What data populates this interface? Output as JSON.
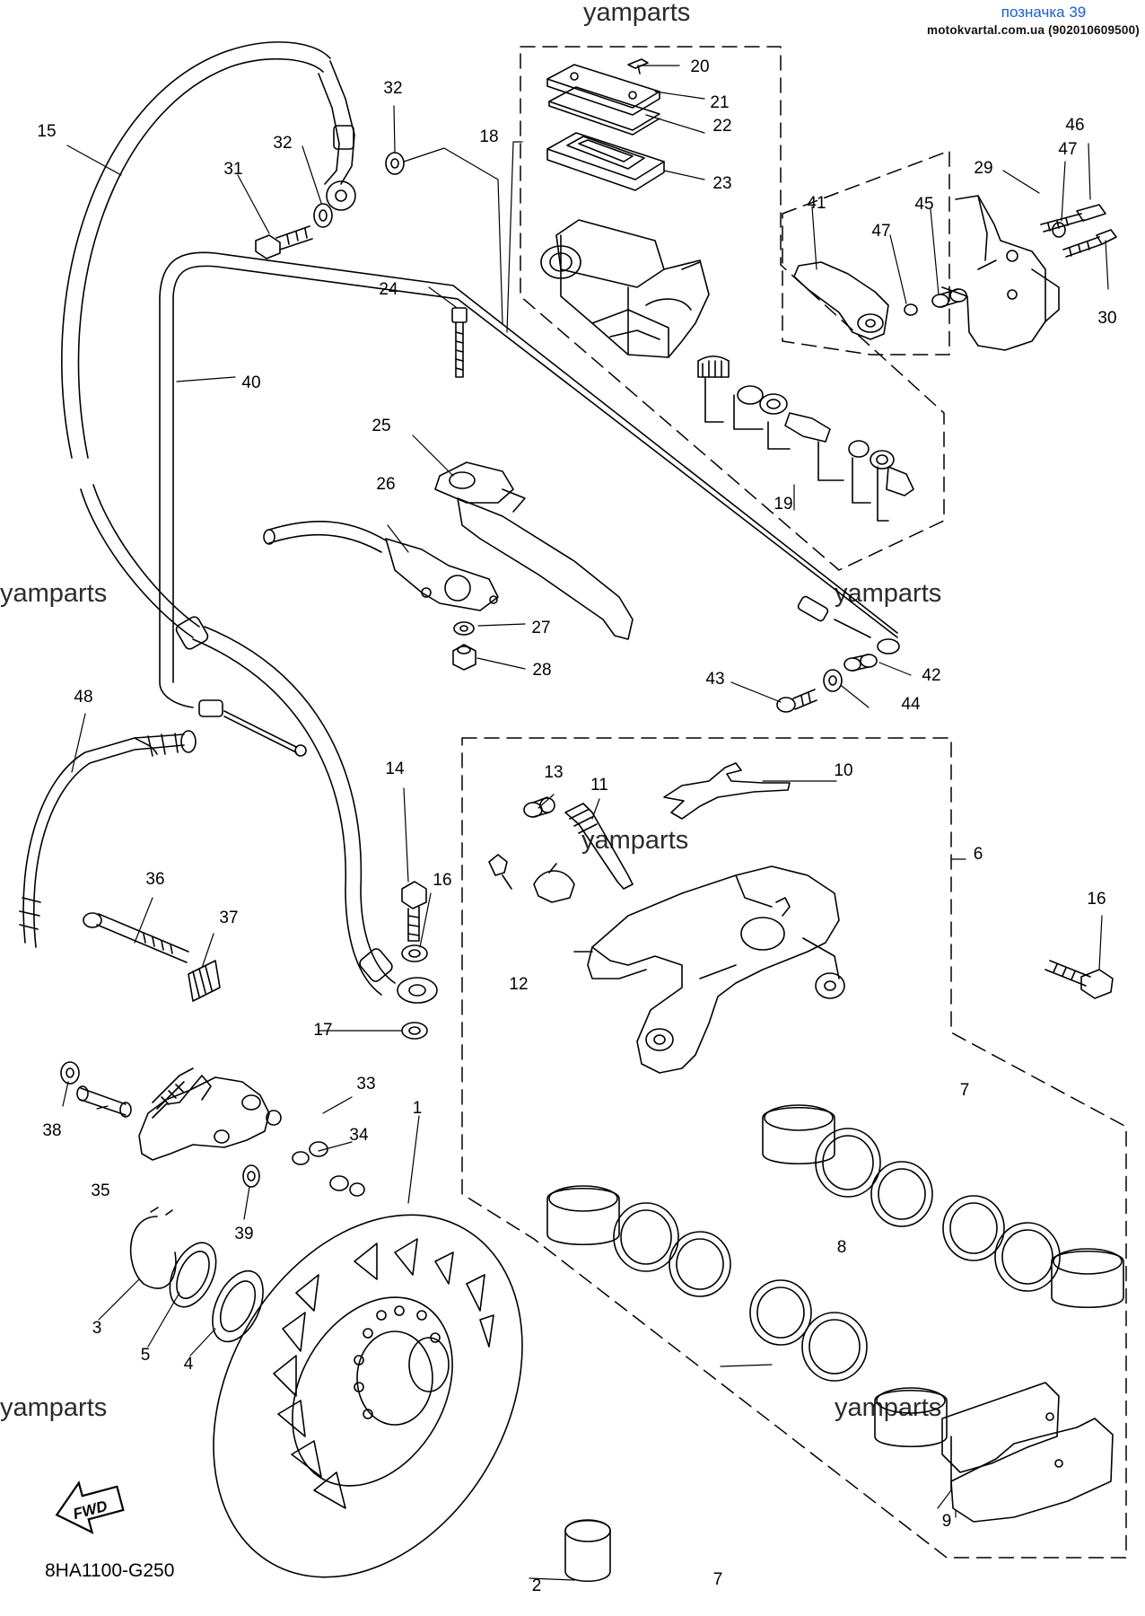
{
  "header": {
    "title": "позначка 39",
    "source": "motokvartal.com.ua (902010609500)"
  },
  "watermark": "yamparts",
  "diagram_code": "8HA1100-G250",
  "fwd_label": "FWD",
  "colors": {
    "header_link": "#1a5fd0",
    "line": "#000000",
    "background": "#ffffff"
  },
  "callouts": [
    "1",
    "2",
    "3",
    "4",
    "5",
    "6",
    "7",
    "7",
    "8",
    "9",
    "10",
    "11",
    "12",
    "13",
    "14",
    "15",
    "16",
    "16",
    "17",
    "18",
    "19",
    "20",
    "21",
    "22",
    "23",
    "24",
    "25",
    "26",
    "27",
    "28",
    "29",
    "30",
    "31",
    "32",
    "32",
    "33",
    "34",
    "35",
    "36",
    "37",
    "38",
    "39",
    "40",
    "41",
    "42",
    "43",
    "44",
    "45",
    "46",
    "47",
    "47",
    "48"
  ]
}
